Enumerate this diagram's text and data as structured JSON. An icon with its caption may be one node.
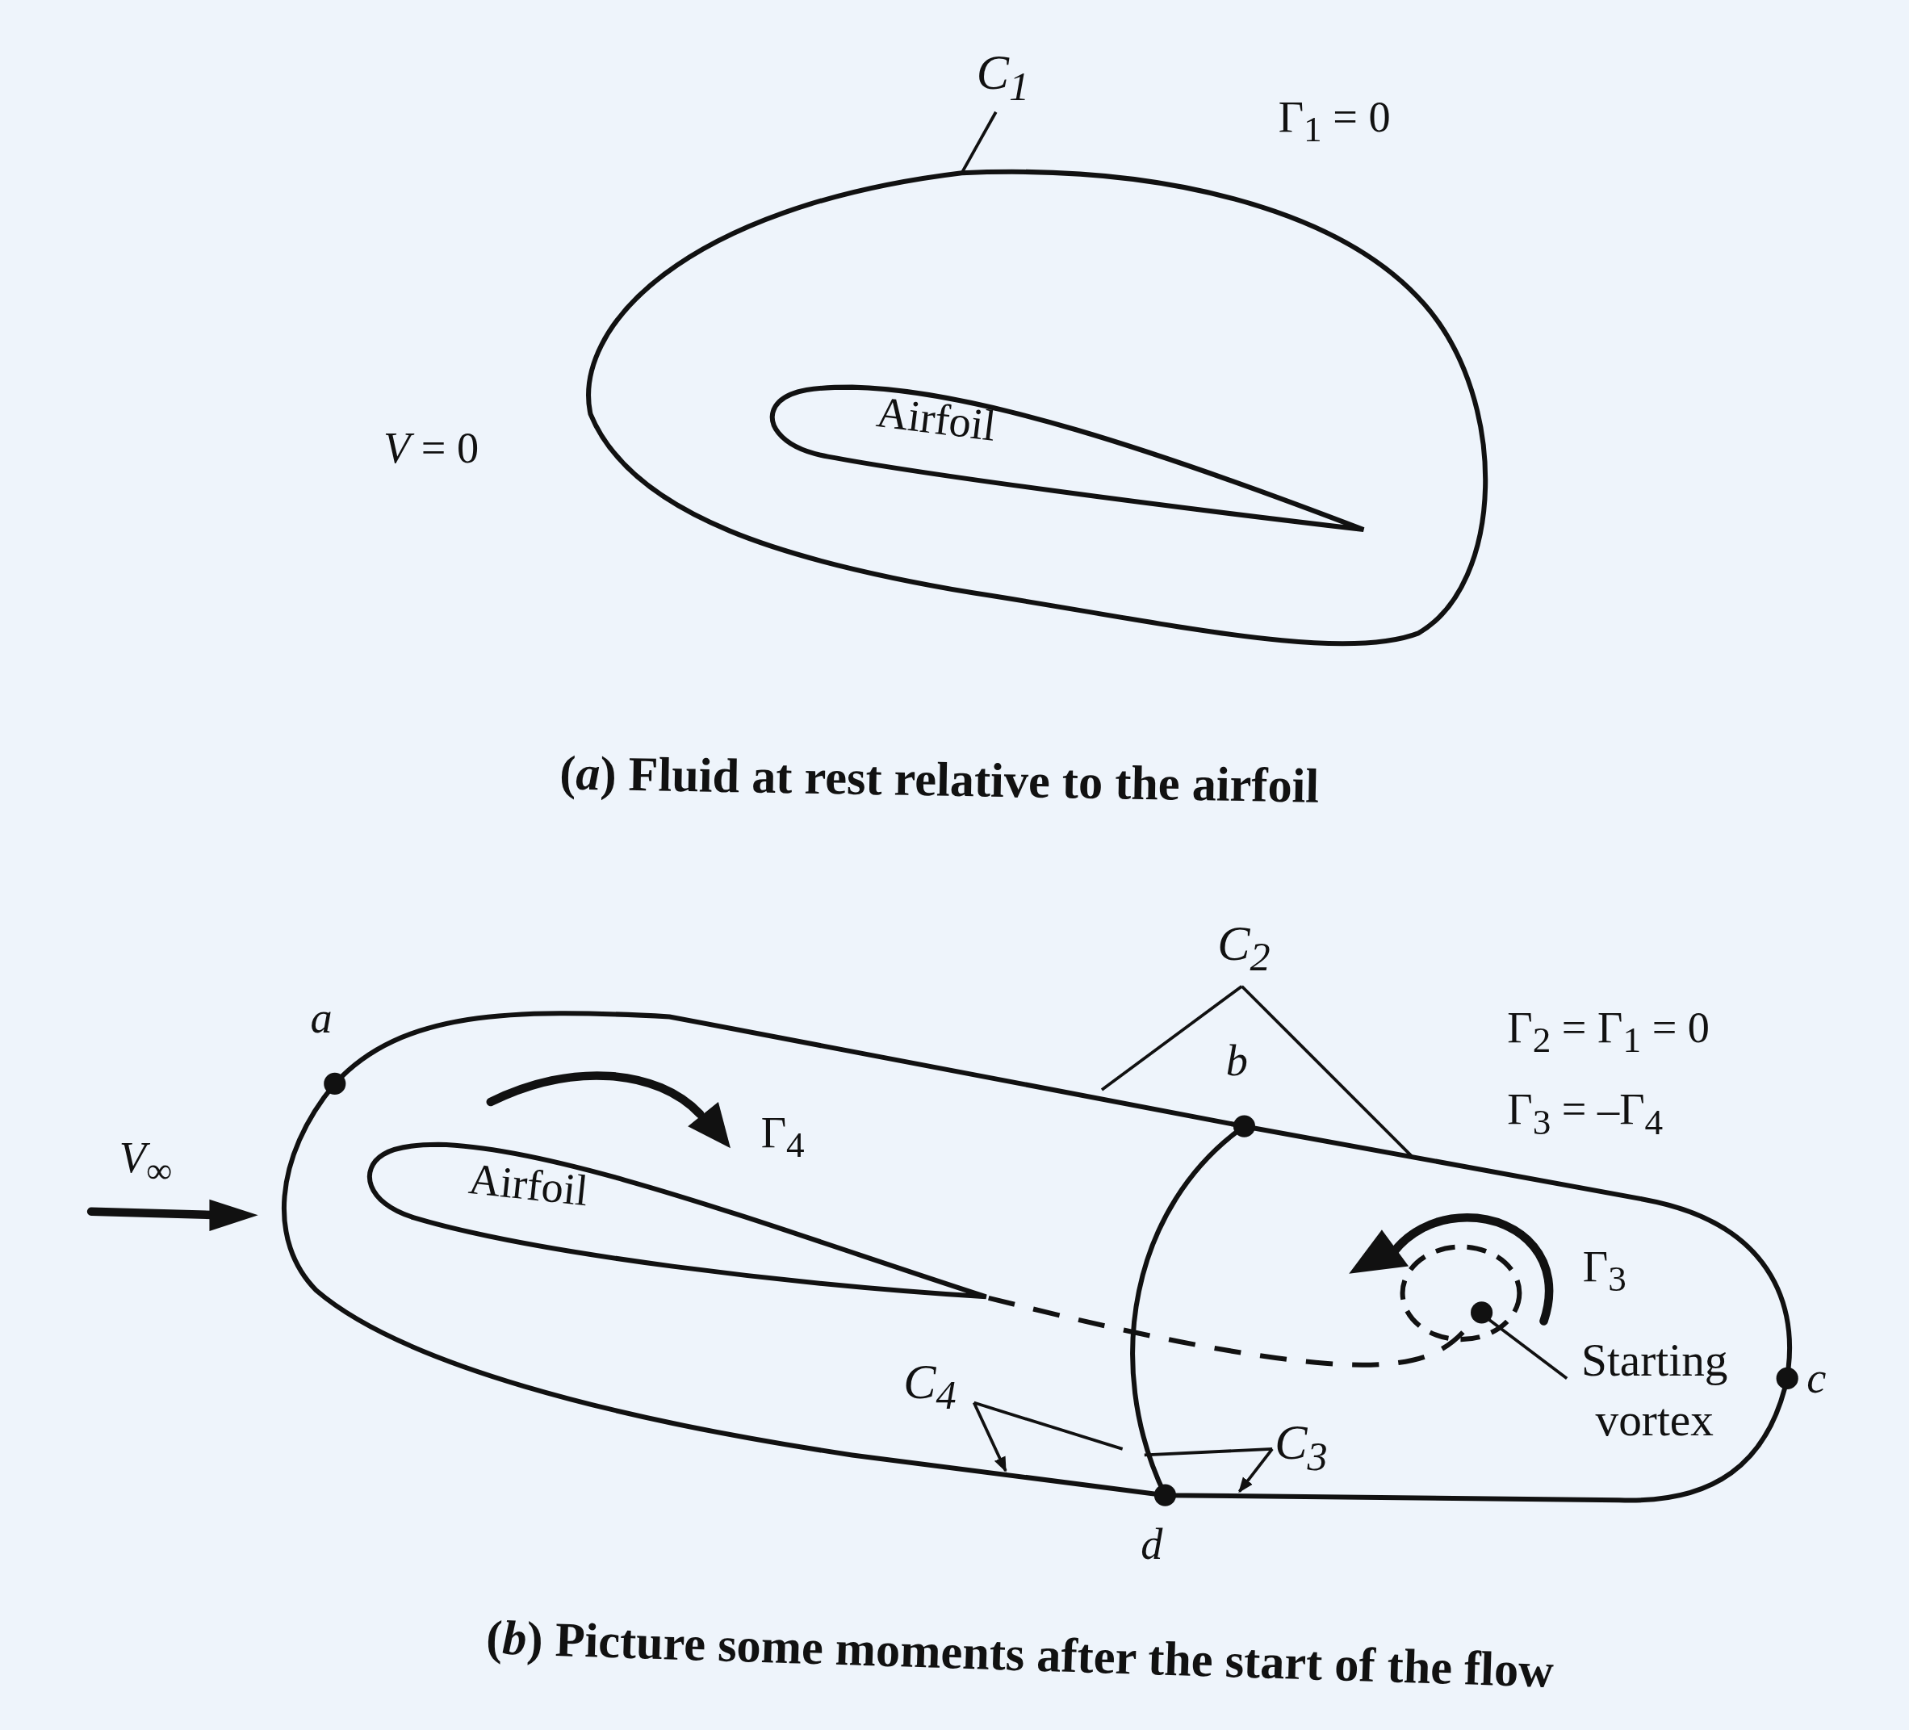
{
  "diagram": {
    "nodes": [
      {
        "text": [
          "C$_{1}$"
        ]
      },
      {
        "text": [],
        "shape": "loop"
      },
      {
        "text": [
          "Airfoil"
        ],
        "in": 1
      },
      {
        "text": [
          "C$_{2}$"
        ]
      },
      {
        "text": [],
        "shape": "loop"
      },
      {
        "text": [
          "Airfoil"
        ],
        "in": 4
      },
      {
        "text": [],
        "shape": "circle",
        "in": 4
      },
      {
        "text": [
          "Starting vortex"
        ],
        "in": 4
      },
      {
        "text": [
          "C$_{4}$"
        ],
        "in": 4
      },
      {
        "text": [
          "C$_{3}$"
        ],
        "in": 4
      },
      {
        "text": [],
        "shape": "circle",
        "in": 4,
        "beside": [
          "a"
        ]
      },
      {
        "text": [],
        "shape": "circle",
        "in": 4,
        "beside": [
          "b"
        ]
      },
      {
        "text": [],
        "shape": "circle",
        "in": 4,
        "beside": [
          "c"
        ]
      },
      {
        "text": [],
        "shape": "circle",
        "in": 4,
        "beside": [
          "d"
        ]
      }
    ],
    "edges": [
      {
        "from": 0,
        "to": 1,
        "arrow": "none"
      },
      {
        "from": 3,
        "to": 4,
        "arrow": "none"
      },
      {
        "from": 3,
        "to": 4,
        "arrow": "none"
      },
      {
        "from": 7,
        "to": 6,
        "arrow": "none"
      },
      {
        "from": 8,
        "to": 4,
        "arrow": "to"
      },
      {
        "from": 8,
        "to": 4,
        "arrow": "none"
      },
      {
        "from": 9,
        "to": 4,
        "arrow": "to"
      },
      {
        "from": 9,
        "to": 4,
        "arrow": "none"
      },
      {
        "from": 5,
        "to": 6,
        "arrow": "none",
        "style": "dashed"
      }
    ],
    "labels": [
      "Γ$_{1}$ = 0",
      "*V* = 0",
      "(*a*) Fluid at rest relative to the airfoil",
      "Γ$_{2}$ = Γ$_{1}$ = 0",
      "Γ$_{3}$ = –Γ$_{4}$",
      "*V*$_{∞}$",
      "Γ$_{4}$",
      "Γ$_{3}$",
      "(*b*) Picture some moments after the start of the flow"
    ]
  }
}
